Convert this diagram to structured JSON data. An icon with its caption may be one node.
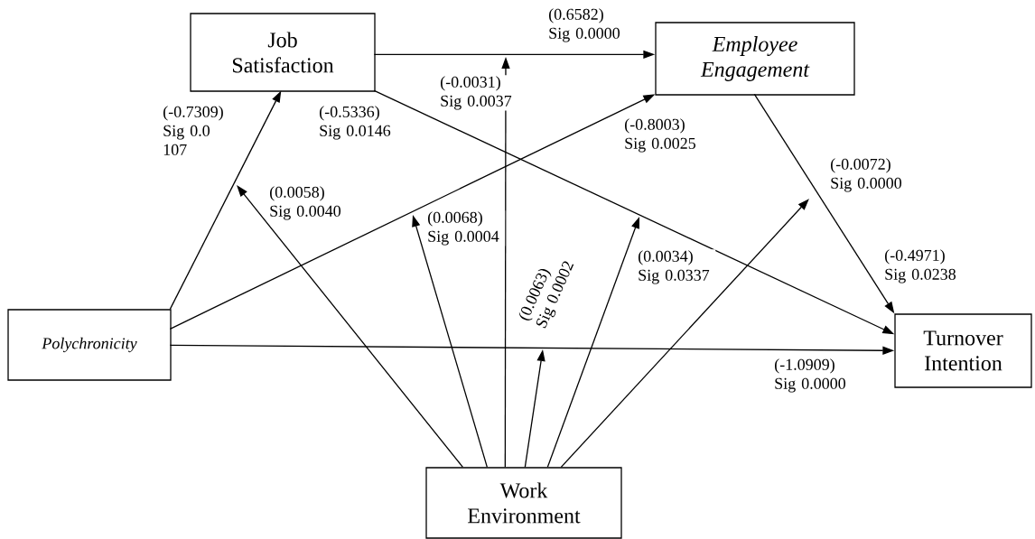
{
  "diagram": {
    "nodes": [
      {
        "text": [
          "Job Satisfaction"
        ]
      },
      {
        "text": [
          "Employee Engagement"
        ]
      },
      {
        "text": [
          "Polychronicity"
        ]
      },
      {
        "text": [
          "Turnover Intention"
        ]
      },
      {
        "text": [
          "Work Environment"
        ]
      }
    ],
    "edges": [
      {
        "from": 0,
        "to": 1,
        "arrow": "to",
        "label": "(0.6582) Sig 0.0000"
      },
      {
        "from": 0,
        "to": 3,
        "arrow": "to",
        "label": "(-0.5336) Sig 0.0146"
      },
      {
        "from": 1,
        "to": 3,
        "arrow": "to",
        "label": "(-0.4971) Sig 0.0238"
      },
      {
        "from": 2,
        "to": 0,
        "arrow": "to",
        "label": "(-0.7309) Sig 0.0 107"
      },
      {
        "from": 2,
        "to": 1,
        "arrow": "to",
        "label": "(-0.8003) Sig 0.0025"
      },
      {
        "from": 2,
        "to": 3,
        "arrow": "to",
        "label": "(-1.0909) Sig 0.0000"
      },
      {
        "from": 4,
        "to": null,
        "arrow": "to",
        "label": "(0.0058) Sig 0.0040"
      },
      {
        "from": 4,
        "to": null,
        "arrow": "to",
        "label": "(0.0068) Sig 0.0004"
      },
      {
        "from": 4,
        "to": null,
        "arrow": "to",
        "label": "(-0.0031) Sig 0.0037"
      },
      {
        "from": 4,
        "to": null,
        "arrow": "to",
        "label": "(0.0063) Sig 0.0002"
      },
      {
        "from": 4,
        "to": null,
        "arrow": "to",
        "label": "(0.0034) Sig 0.0337"
      },
      {
        "from": 4,
        "to": null,
        "arrow": "to",
        "label": "(-0.0072) Sig 0.0000"
      }
    ]
  }
}
